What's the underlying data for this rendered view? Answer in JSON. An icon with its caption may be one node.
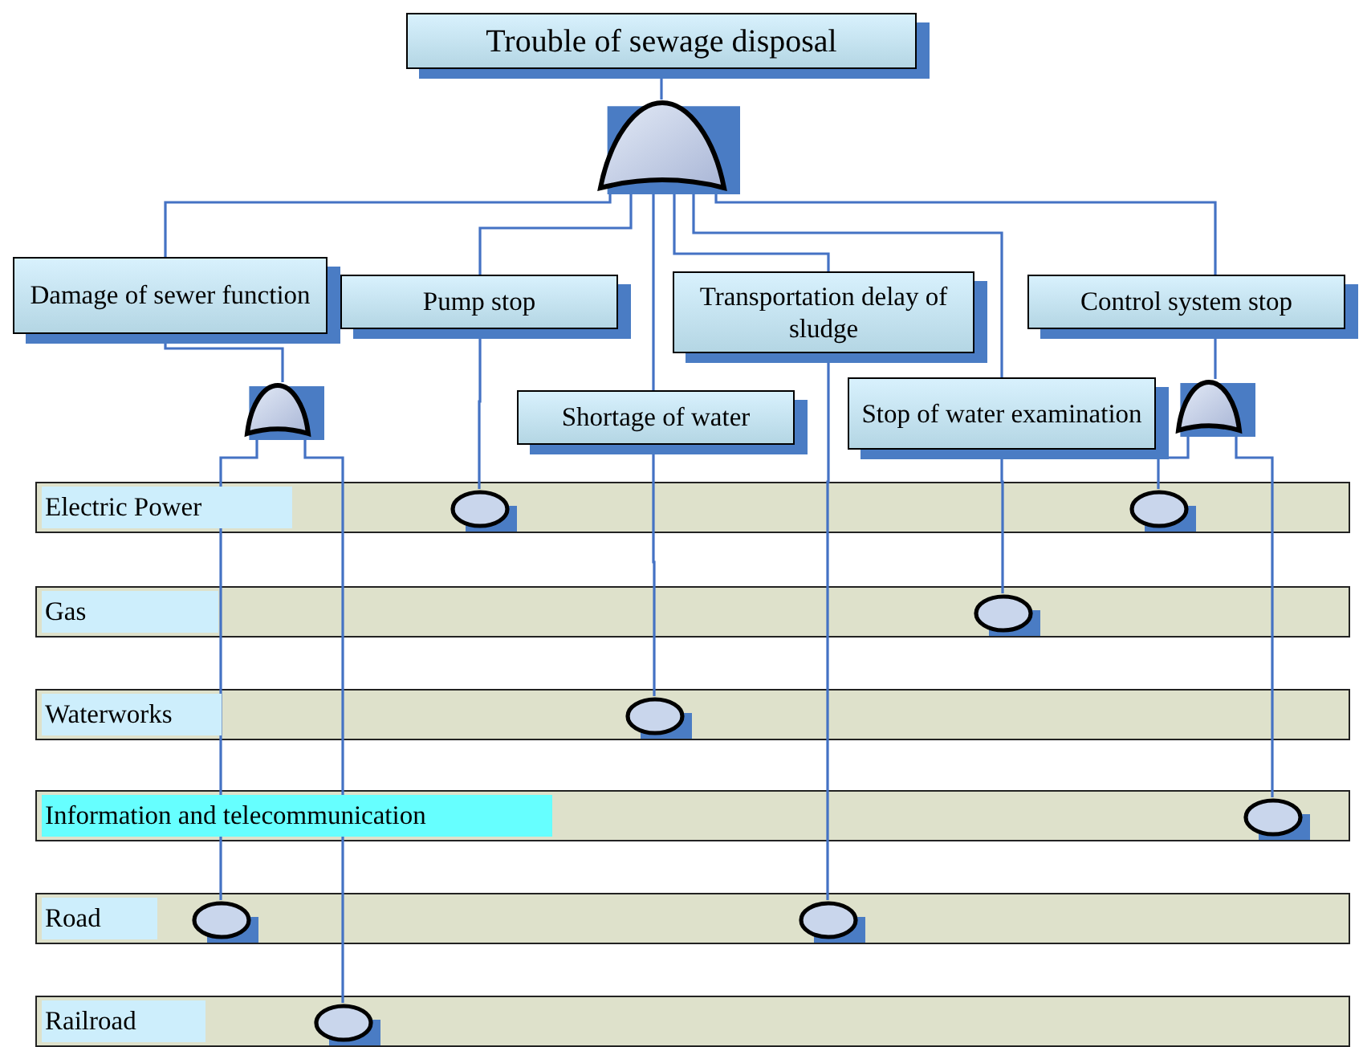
{
  "diagram": {
    "nodes": [
      {
        "text": [
          "Trouble of sewage disposal"
        ]
      },
      {
        "text": [],
        "shape": "gate"
      },
      {
        "text": [
          "Damage of sewer function"
        ]
      },
      {
        "text": [
          "Pump stop"
        ]
      },
      {
        "text": [
          "Shortage of water"
        ]
      },
      {
        "text": [
          "Transportation delay of sludge"
        ]
      },
      {
        "text": [
          "Stop of water examination"
        ]
      },
      {
        "text": [
          "Control system stop"
        ]
      },
      {
        "text": [],
        "shape": "gate"
      },
      {
        "text": [],
        "shape": "gate"
      },
      {
        "text": [
          "Electric Power"
        ]
      },
      {
        "text": [],
        "shape": "circle",
        "in": 10
      },
      {
        "text": [],
        "shape": "circle",
        "in": 10
      },
      {
        "text": [
          "Gas"
        ]
      },
      {
        "text": [],
        "shape": "circle",
        "in": 13
      },
      {
        "text": [
          "Waterworks"
        ]
      },
      {
        "text": [],
        "shape": "circle",
        "in": 15
      },
      {
        "text": [
          "Information and telecommunication"
        ]
      },
      {
        "text": [],
        "shape": "circle",
        "in": 17
      },
      {
        "text": [
          "Road"
        ]
      },
      {
        "text": [],
        "shape": "circle",
        "in": 19
      },
      {
        "text": [],
        "shape": "circle",
        "in": 19
      },
      {
        "text": [
          "Railroad"
        ]
      },
      {
        "text": [],
        "shape": "circle",
        "in": 22
      }
    ],
    "edges": [
      {
        "from": 0,
        "to": 1,
        "arrow": "none"
      },
      {
        "from": 1,
        "to": 2,
        "arrow": "none"
      },
      {
        "from": 1,
        "to": 3,
        "arrow": "none"
      },
      {
        "from": 1,
        "to": 4,
        "arrow": "none"
      },
      {
        "from": 1,
        "to": 5,
        "arrow": "none"
      },
      {
        "from": 1,
        "to": 6,
        "arrow": "none"
      },
      {
        "from": 1,
        "to": 7,
        "arrow": "none"
      },
      {
        "from": 2,
        "to": 8,
        "arrow": "none"
      },
      {
        "from": 7,
        "to": 9,
        "arrow": "none"
      },
      {
        "from": 3,
        "to": 11,
        "arrow": "none"
      },
      {
        "from": 9,
        "to": 12,
        "arrow": "none"
      },
      {
        "from": 6,
        "to": 14,
        "arrow": "none"
      },
      {
        "from": 4,
        "to": 16,
        "arrow": "none"
      },
      {
        "from": 9,
        "to": 18,
        "arrow": "none"
      },
      {
        "from": 8,
        "to": 20,
        "arrow": "none"
      },
      {
        "from": 5,
        "to": 21,
        "arrow": "none"
      },
      {
        "from": 8,
        "to": 23,
        "arrow": "none"
      }
    ]
  }
}
